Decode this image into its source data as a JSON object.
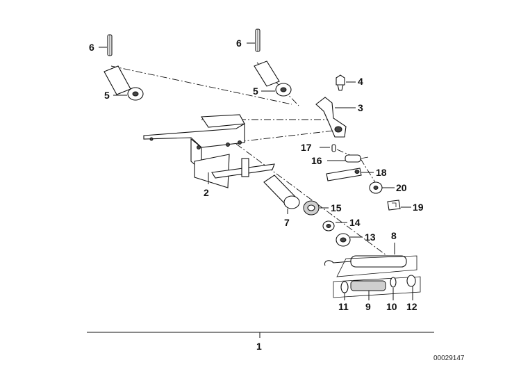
{
  "labels": {
    "l1": "1",
    "l2": "2",
    "l3": "3",
    "l4": "4",
    "l5a": "5",
    "l5b": "5",
    "l6a": "6",
    "l6b": "6",
    "l7": "7",
    "l8": "8",
    "l9": "9",
    "l10": "10",
    "l11": "11",
    "l12": "12",
    "l13": "13",
    "l14": "14",
    "l15": "15",
    "l16": "16",
    "l17": "17",
    "l18": "18",
    "l19": "19",
    "l20": "20"
  },
  "reference_number": "00029147"
}
